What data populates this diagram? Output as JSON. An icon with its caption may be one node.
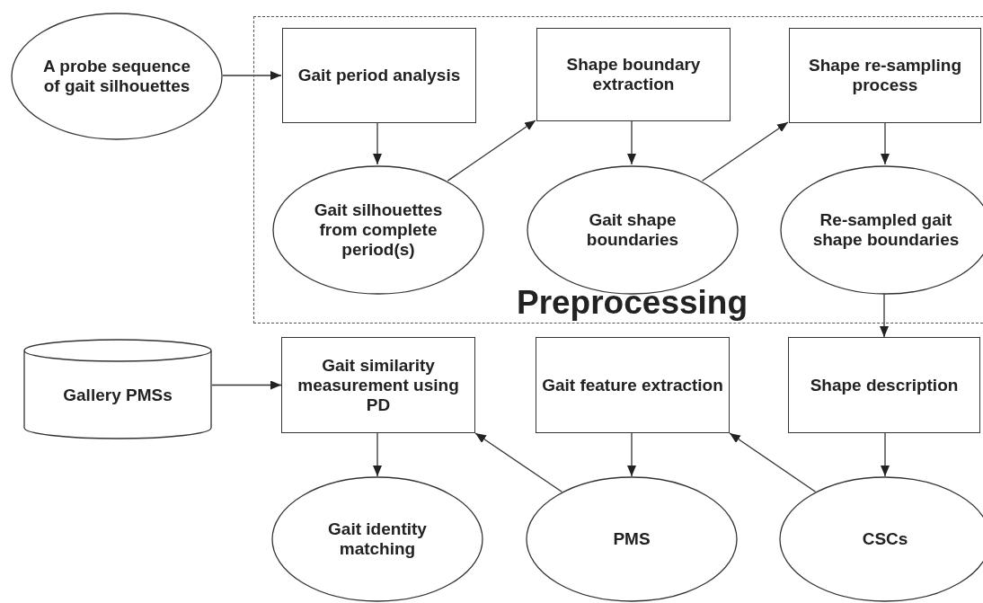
{
  "diagram": {
    "nodes": [
      {
        "text": [
          "A probe sequence of gait silhouettes"
        ]
      },
      {
        "text": [
          "Preprocessing"
        ]
      },
      {
        "text": [
          "Gait period analysis"
        ],
        "in": 1
      },
      {
        "text": [
          "Shape boundary extraction"
        ],
        "in": 1
      },
      {
        "text": [
          "Shape re-sampling process"
        ],
        "in": 1
      },
      {
        "text": [
          "Gait silhouettes from complete period(s)"
        ],
        "in": 1
      },
      {
        "text": [
          "Gait shape boundaries"
        ],
        "in": 1
      },
      {
        "text": [
          "Re-sampled gait shape boundaries"
        ],
        "in": 1
      },
      {
        "text": [
          "Gallery PMSs"
        ]
      },
      {
        "text": [
          "Gait similarity measurement using PD"
        ]
      },
      {
        "text": [
          "Gait feature extraction"
        ]
      },
      {
        "text": [
          "Shape description"
        ]
      },
      {
        "text": [
          "Gait identity matching"
        ]
      },
      {
        "text": [
          "PMS"
        ]
      },
      {
        "text": [
          "CSCs"
        ]
      }
    ],
    "edges": [
      {
        "from": 0,
        "to": 2,
        "arrow": "to"
      },
      {
        "from": 2,
        "to": 5,
        "arrow": "to"
      },
      {
        "from": 5,
        "to": 3,
        "arrow": "to"
      },
      {
        "from": 3,
        "to": 6,
        "arrow": "to"
      },
      {
        "from": 6,
        "to": 4,
        "arrow": "to"
      },
      {
        "from": 4,
        "to": 7,
        "arrow": "to"
      },
      {
        "from": 7,
        "to": 11,
        "arrow": "to"
      },
      {
        "from": 8,
        "to": 9,
        "arrow": "to"
      },
      {
        "from": 9,
        "to": 12,
        "arrow": "to"
      },
      {
        "from": 10,
        "to": 13,
        "arrow": "to"
      },
      {
        "from": 13,
        "to": 9,
        "arrow": "to"
      },
      {
        "from": 11,
        "to": 14,
        "arrow": "to"
      },
      {
        "from": 14,
        "to": 10,
        "arrow": "to"
      }
    ]
  }
}
